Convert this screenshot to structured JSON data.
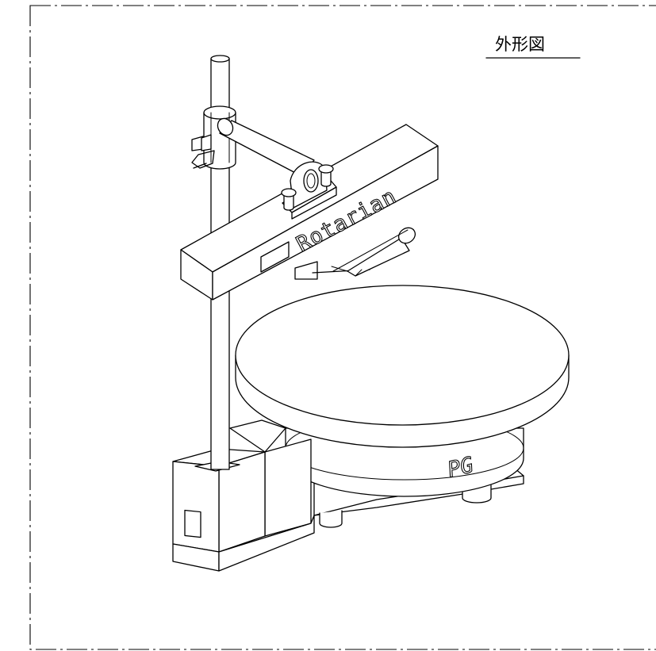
{
  "drawing": {
    "title": "外形図",
    "brand_label": "Rotarian",
    "base_label": "PG"
  }
}
